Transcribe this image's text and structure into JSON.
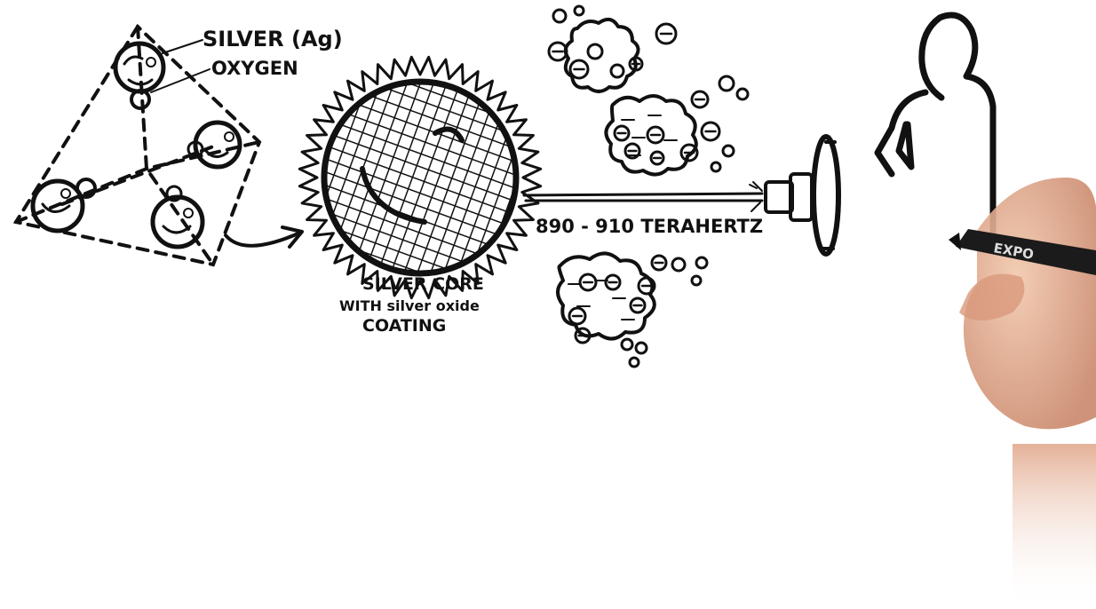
{
  "labels": {
    "silver": "SILVER (Ag)",
    "oxygen": "OXYGEN",
    "core_line1": "SILVER CORE",
    "core_line2": "WITH silver oxide",
    "core_line3": "COATING",
    "frequency": "890 - 910 TERAHERTZ",
    "pen_brand": "EXPO"
  },
  "icons": [
    "silver-atom-icon",
    "oxygen-atom-icon",
    "nanoparticle-sphere-icon",
    "electron-icon",
    "pathogen-cell-icon",
    "emitter-dish-icon",
    "human-silhouette-icon",
    "hand-icon",
    "marker-icon"
  ],
  "colors": {
    "ink": "#111111",
    "background": "#ffffff",
    "skin": "#e8b89a"
  }
}
